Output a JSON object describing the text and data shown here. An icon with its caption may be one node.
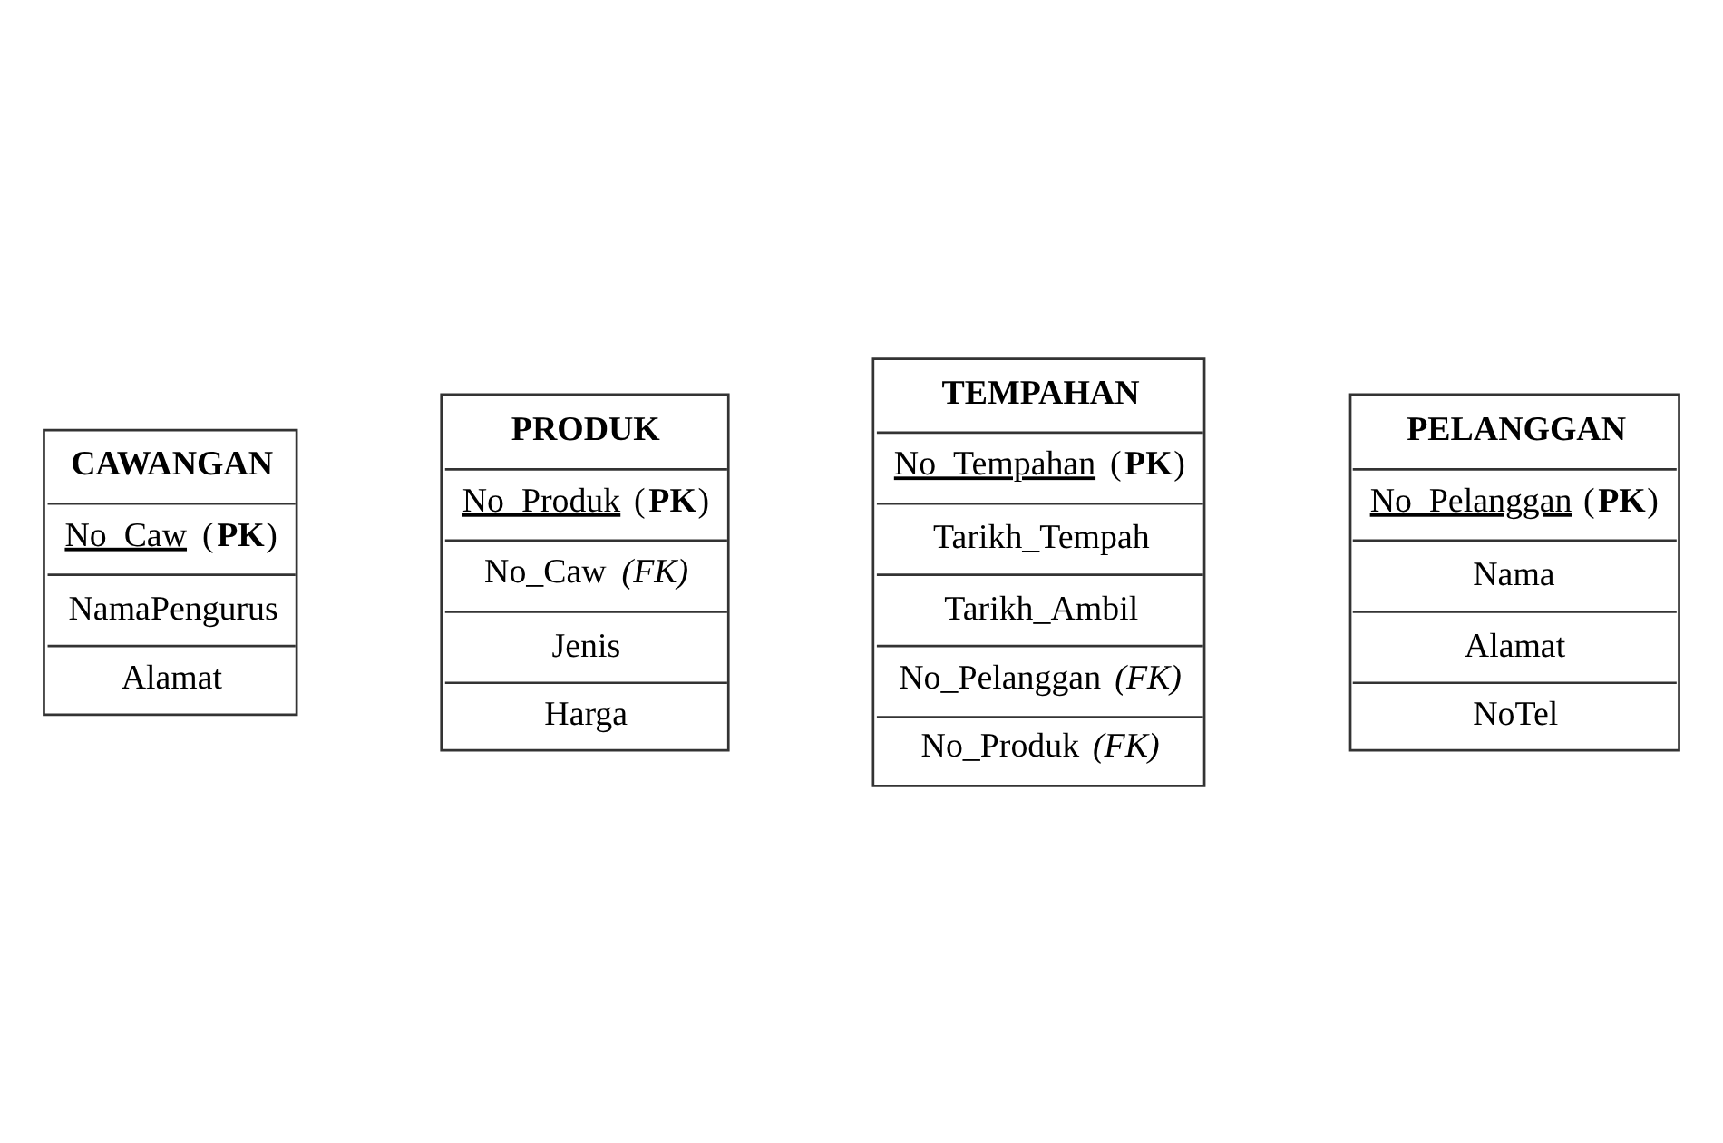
{
  "diagram": {
    "nodes": [
      {
        "text": [
          "CAWANGAN",
          "No_Caw (**PK**)",
          "NamaPengurus",
          "Alamat"
        ]
      },
      {
        "text": [
          "PRODUK",
          "No_Produk (**PK**)",
          "No_Caw (*FK*)",
          "Jenis",
          "Harga"
        ]
      },
      {
        "text": [
          "TEMPAHAN",
          "No_Tempahan (**PK**)",
          "Tarikh_Tempah",
          "Tarikh_Ambil",
          "No_Pelanggan (*FK*)",
          "No_Produk (*FK*)"
        ]
      },
      {
        "text": [
          "PELANGGAN",
          "No_Pelanggan (**PK**)",
          "Nama",
          "Alamat",
          "NoTel"
        ]
      }
    ],
    "edges": []
  }
}
